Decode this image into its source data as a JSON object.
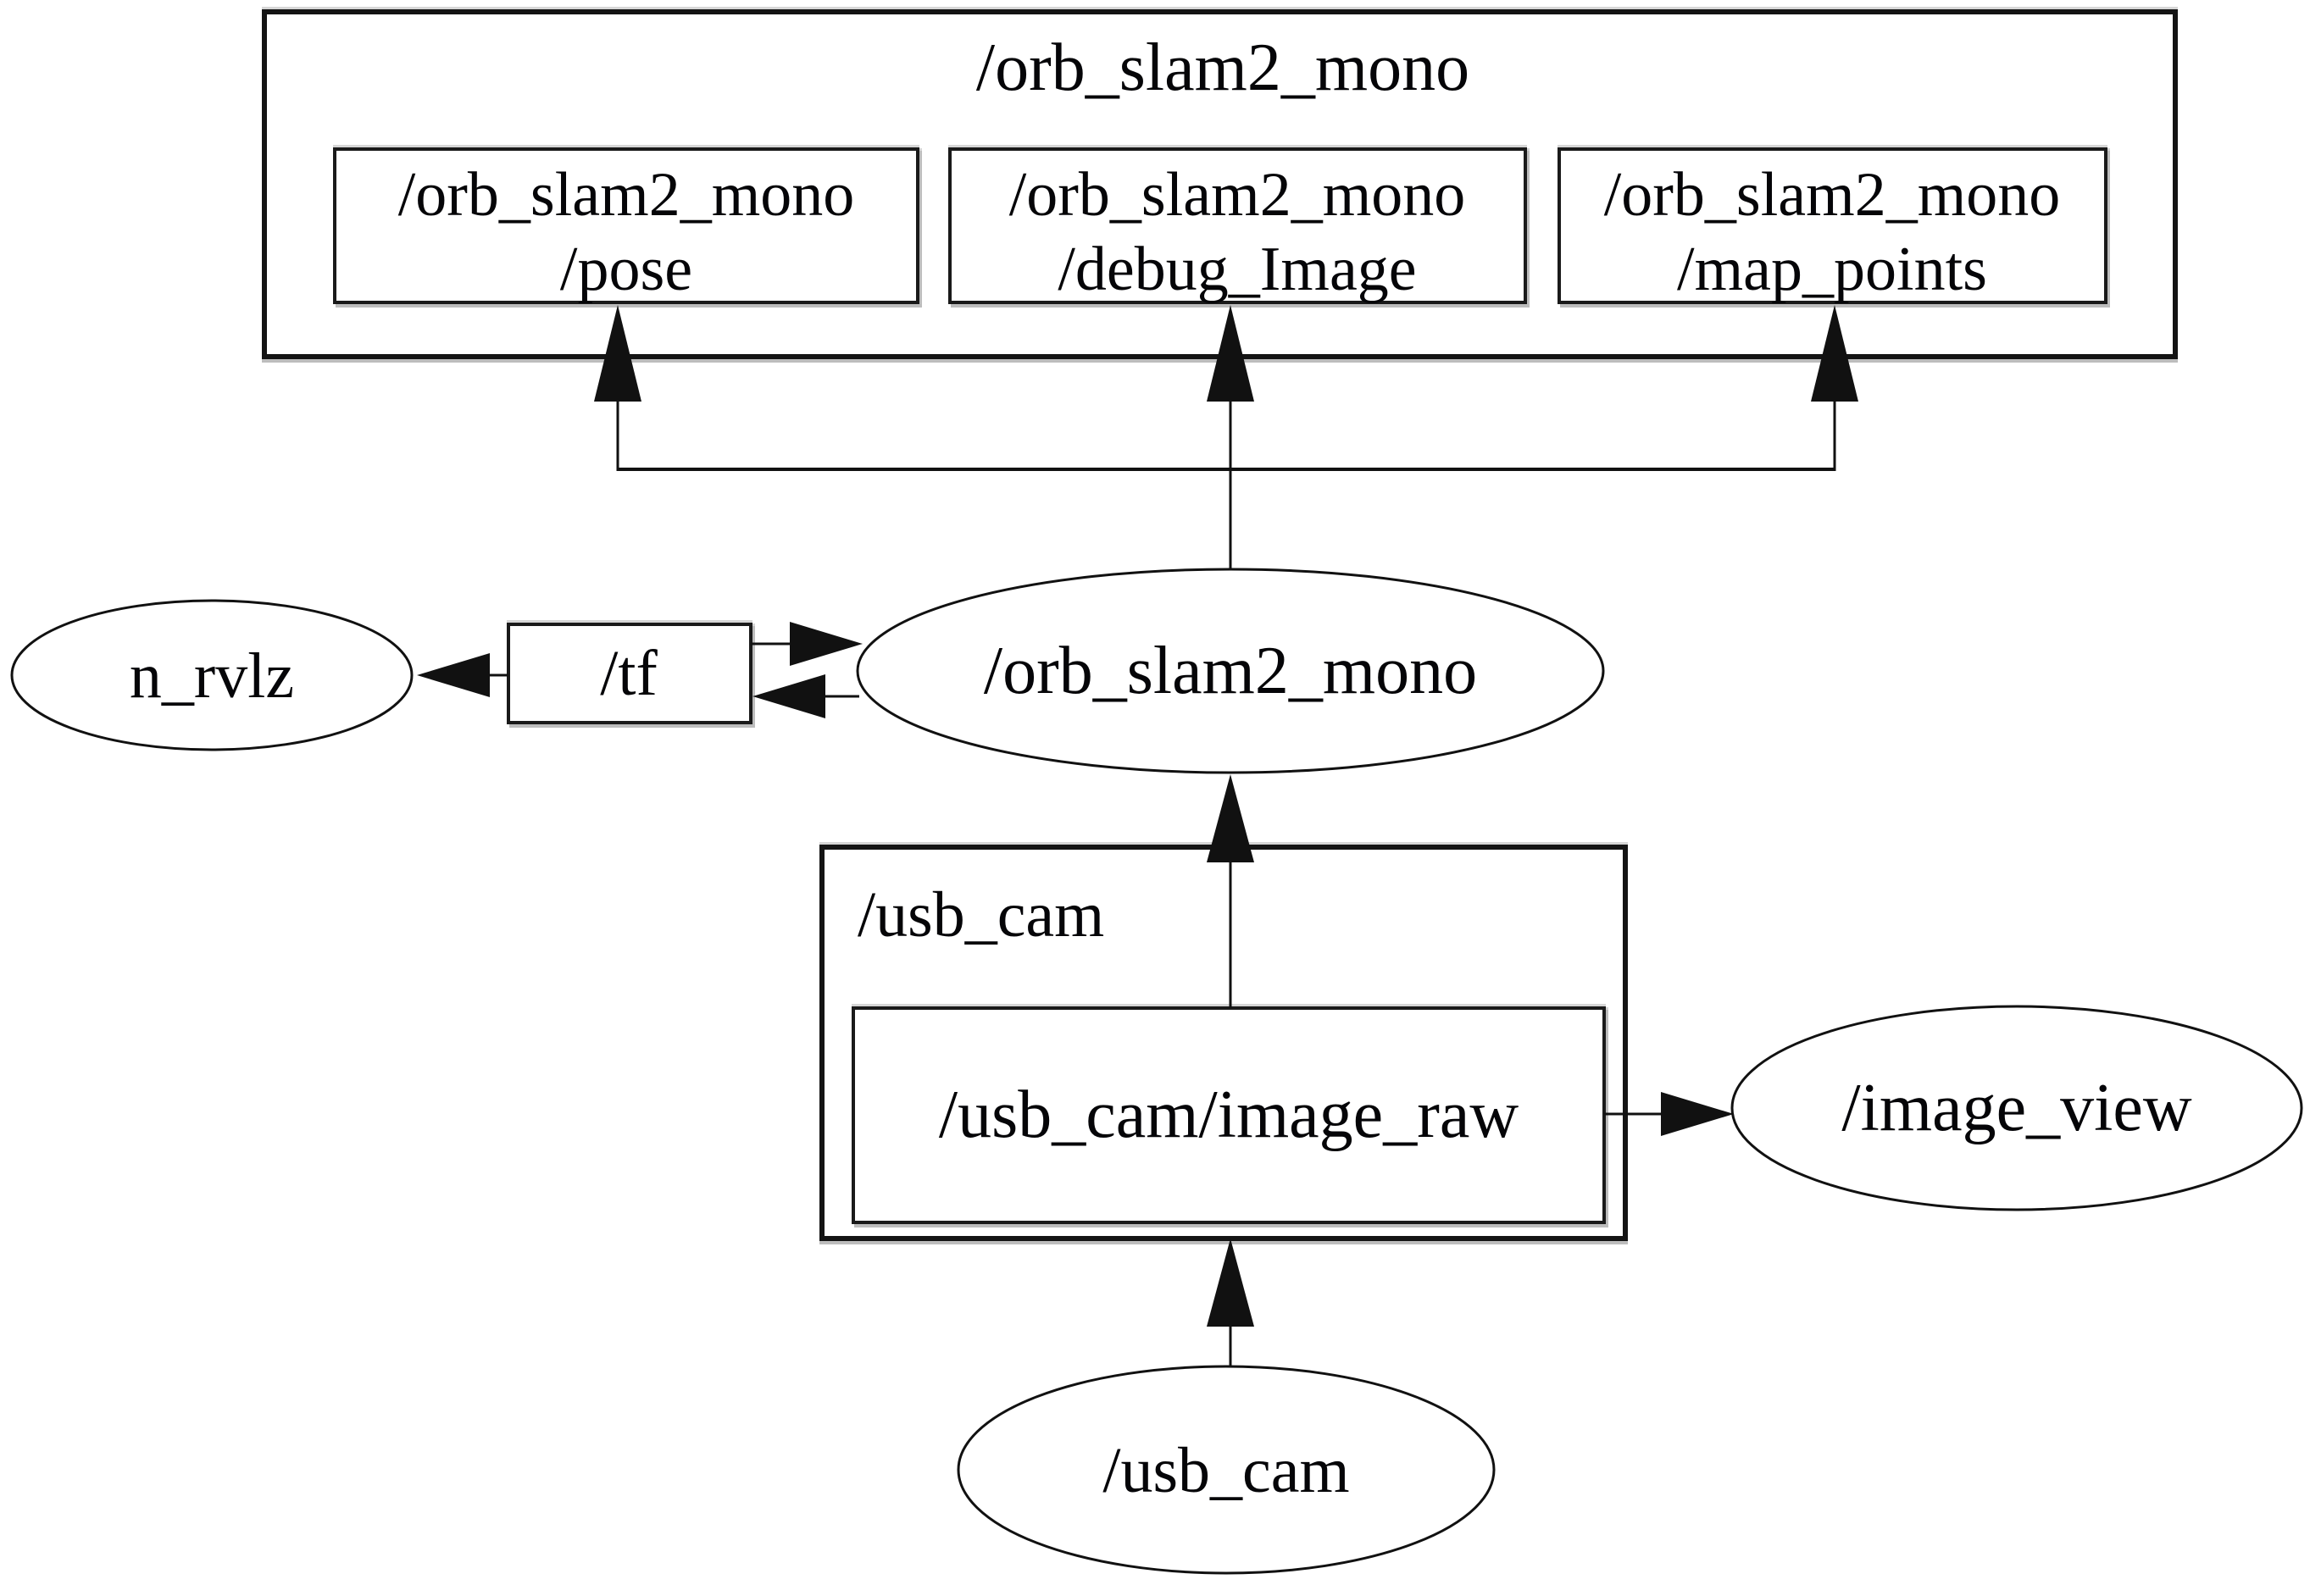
{
  "colors": {
    "background": "#ffffff",
    "line": "#111111",
    "node_fill": "#ffffff",
    "text": "#050508",
    "bevel_shadow": "#bdbdbd"
  },
  "namespaces": {
    "orb": {
      "label": "/orb_slam2_mono"
    },
    "usb": {
      "label": "/usb_cam"
    }
  },
  "topics": {
    "pose": {
      "line1": "/orb_slam2_mono",
      "line2": "/pose"
    },
    "debug_image": {
      "line1": "/orb_slam2_mono",
      "line2": "/debug_Image"
    },
    "map_points": {
      "line1": "/orb_slam2_mono",
      "line2": "/map_points"
    },
    "tf": {
      "label": "/tf"
    },
    "image_raw": {
      "label": "/usb_cam/image_raw"
    }
  },
  "nodes": {
    "orb_slam2_mono": {
      "label": "/orb_slam2_mono",
      "shape": "ellipse"
    },
    "n_rvlz": {
      "label": "n_rvlz",
      "shape": "ellipse"
    },
    "usb_cam": {
      "label": "/usb_cam",
      "shape": "ellipse"
    },
    "image_view": {
      "label": "/image_view",
      "shape": "ellipse"
    }
  },
  "edges": [
    {
      "from": "/orb_slam2_mono",
      "to": "/orb_slam2_mono/pose"
    },
    {
      "from": "/orb_slam2_mono",
      "to": "/orb_slam2_mono/debug_Image"
    },
    {
      "from": "/orb_slam2_mono",
      "to": "/orb_slam2_mono/map_points"
    },
    {
      "from": "/tf",
      "to": "n_rvlz"
    },
    {
      "from": "/tf",
      "to": "/orb_slam2_mono"
    },
    {
      "from": "/orb_slam2_mono",
      "to": "/tf"
    },
    {
      "from": "/usb_cam/image_raw",
      "to": "/orb_slam2_mono"
    },
    {
      "from": "/usb_cam/image_raw",
      "to": "/image_view"
    },
    {
      "from": "/usb_cam",
      "to": "/usb_cam/image_raw"
    }
  ]
}
